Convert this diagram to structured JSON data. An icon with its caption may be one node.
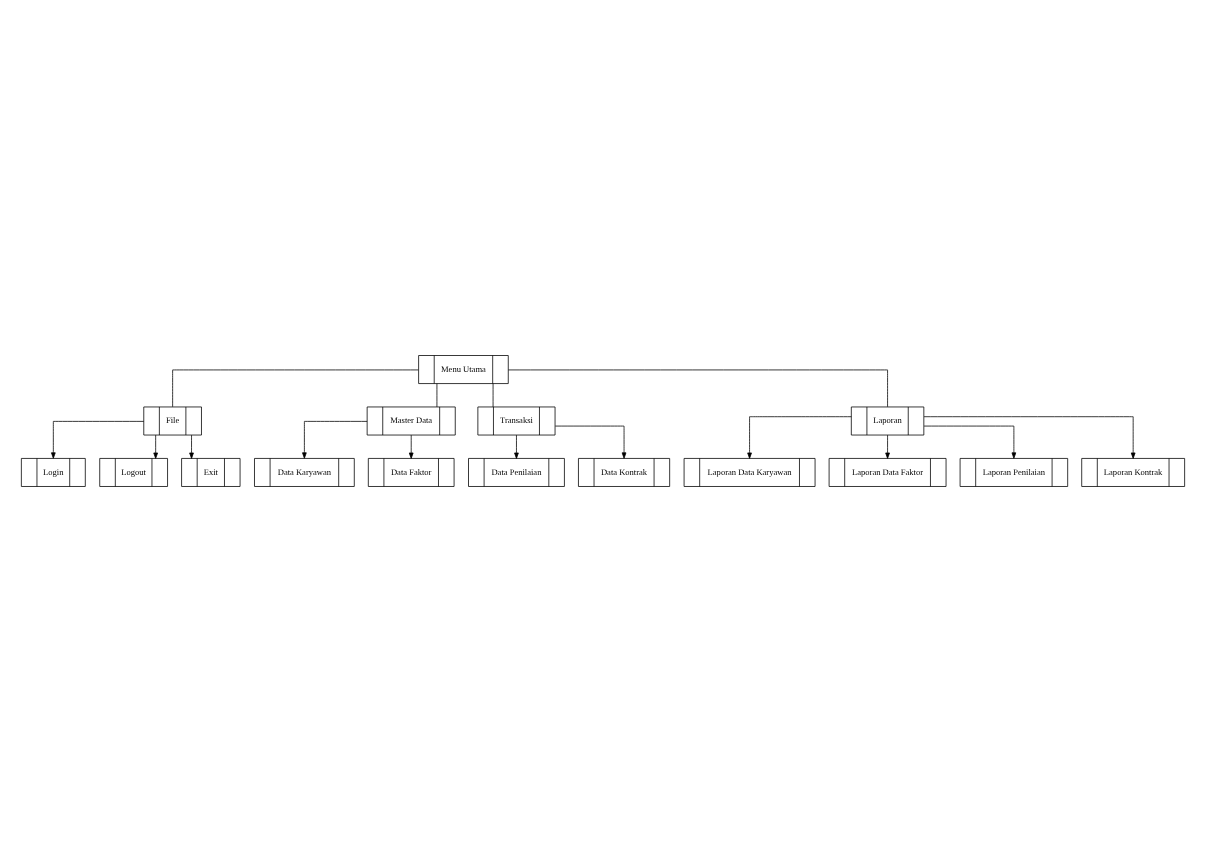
{
  "diagram": {
    "nodes": [
      {
        "text": [
          "Menu Utama"
        ]
      },
      {
        "text": [
          "File"
        ]
      },
      {
        "text": [
          "Master Data"
        ]
      },
      {
        "text": [
          "Transaksi"
        ]
      },
      {
        "text": [
          "Laporan"
        ]
      },
      {
        "text": [
          "Login"
        ]
      },
      {
        "text": [
          "Logout"
        ]
      },
      {
        "text": [
          "Exit"
        ]
      },
      {
        "text": [
          "Data Karyawan"
        ]
      },
      {
        "text": [
          "Data Faktor"
        ]
      },
      {
        "text": [
          "Data Penilaian"
        ]
      },
      {
        "text": [
          "Data Kontrak"
        ]
      },
      {
        "text": [
          "Laporan Data Karyawan"
        ]
      },
      {
        "text": [
          "Laporan Data Faktor"
        ]
      },
      {
        "text": [
          "Laporan Penilaian"
        ]
      },
      {
        "text": [
          "Laporan Kontrak"
        ]
      }
    ],
    "edges": [
      {
        "from": 0,
        "to": 1,
        "arrow": "none"
      },
      {
        "from": 0,
        "to": 2,
        "arrow": "none"
      },
      {
        "from": 0,
        "to": 3,
        "arrow": "none"
      },
      {
        "from": 0,
        "to": 4,
        "arrow": "none"
      },
      {
        "from": 1,
        "to": 5,
        "arrow": "to"
      },
      {
        "from": 1,
        "to": 6,
        "arrow": "to"
      },
      {
        "from": 1,
        "to": 7,
        "arrow": "to"
      },
      {
        "from": 2,
        "to": 8,
        "arrow": "to"
      },
      {
        "from": 2,
        "to": 9,
        "arrow": "to"
      },
      {
        "from": 3,
        "to": 10,
        "arrow": "to"
      },
      {
        "from": 3,
        "to": 11,
        "arrow": "to"
      },
      {
        "from": 4,
        "to": 12,
        "arrow": "to"
      },
      {
        "from": 4,
        "to": 13,
        "arrow": "to"
      },
      {
        "from": 4,
        "to": 14,
        "arrow": "to"
      },
      {
        "from": 4,
        "to": 15,
        "arrow": "to"
      }
    ]
  }
}
